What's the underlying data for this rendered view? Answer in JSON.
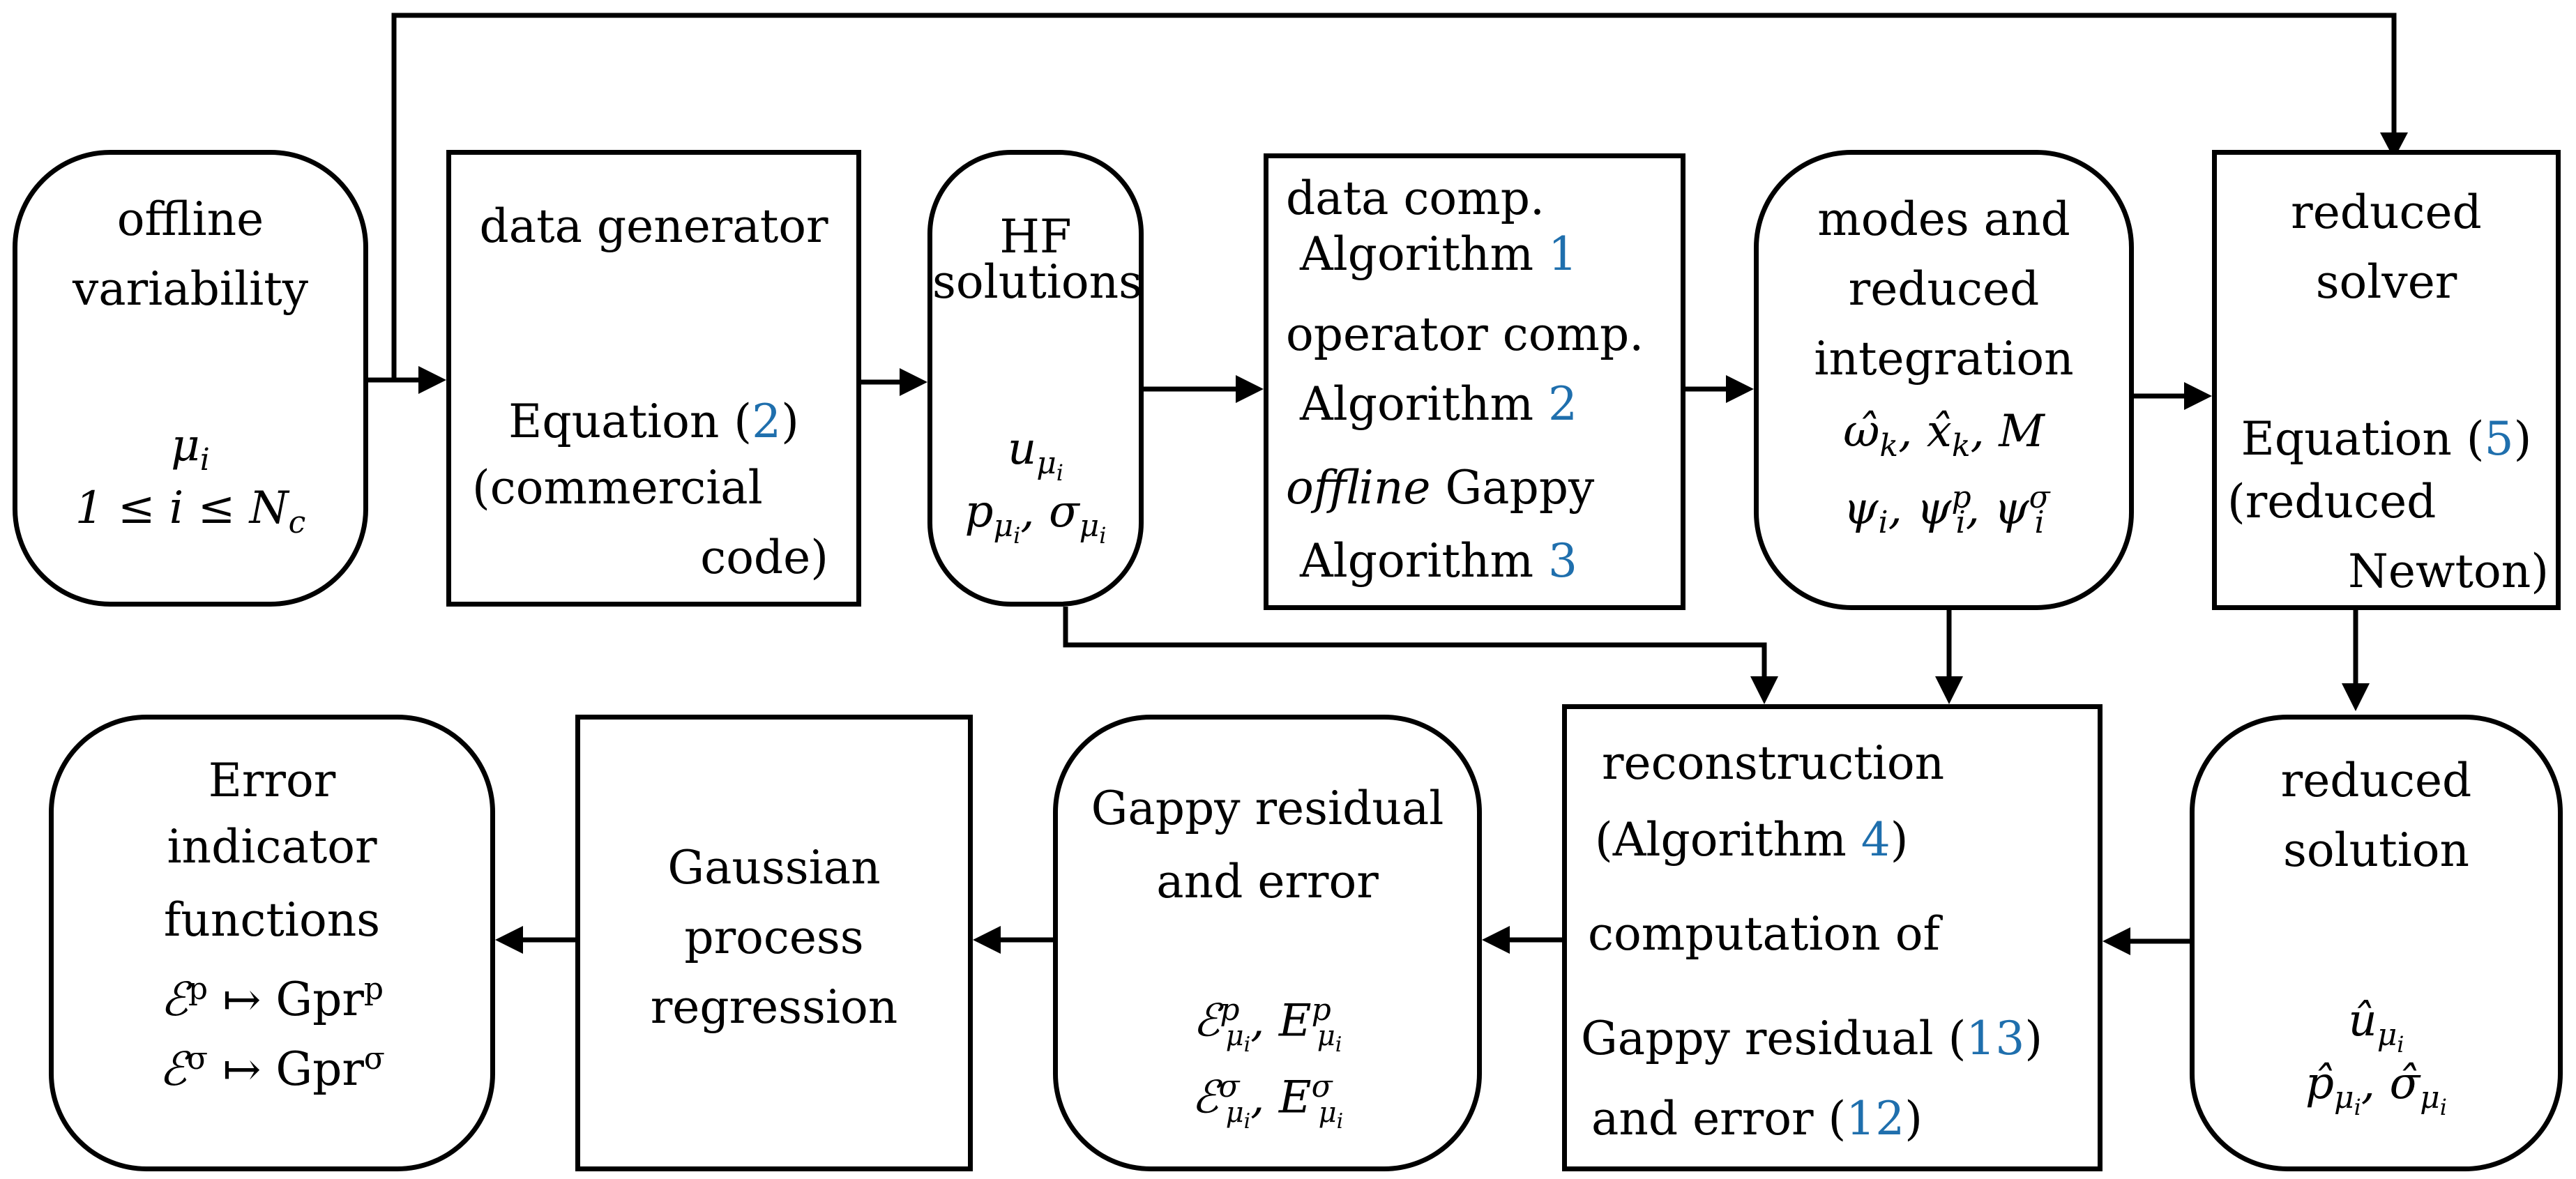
{
  "boxes": {
    "offline_variability": {
      "title": [
        "offline",
        "variability"
      ],
      "param": "μ",
      "param_sub": "i",
      "range": "1 ≤ i ≤ N",
      "range_sub": "c"
    },
    "data_generator": {
      "title": "data generator",
      "eq_prefix": "Equation (",
      "eq_ref": "2",
      "eq_suffix": ")",
      "note1": "(commercial",
      "note2": "code)"
    },
    "hf_solutions": {
      "title": [
        "HF",
        "solutions"
      ],
      "u": "u",
      "p": "p",
      "sigma": "σ",
      "sub": "μ",
      "sub_i": "i"
    },
    "data_comp": {
      "line1": "data comp.",
      "alg1_prefix": "Algorithm ",
      "alg1_ref": "1",
      "line3": "operator comp.",
      "alg2_prefix": "Algorithm ",
      "alg2_ref": "2",
      "line5_italic": "offline",
      "line5_rest": " Gappy",
      "alg3_prefix": "Algorithm ",
      "alg3_ref": "3"
    },
    "modes": {
      "title": [
        "modes and",
        "reduced",
        "integration"
      ],
      "vars1": "ω̂",
      "vars1_sub": "k",
      "vars2": "x̂",
      "vars2_sub": "k",
      "vars3": "M",
      "psi": "ψ",
      "psi_sub": "i",
      "psi_p_sup": "p",
      "psi_s_sup": "σ"
    },
    "reduced_solver": {
      "title": [
        "reduced",
        "solver"
      ],
      "eq_prefix": "Equation (",
      "eq_ref": "5",
      "eq_suffix": ")",
      "note1": "(reduced",
      "note2": "Newton)"
    },
    "reduced_solution": {
      "title": [
        "reduced",
        "solution"
      ],
      "u": "û",
      "p": "p̂",
      "sigma": "σ̂",
      "sub": "μ",
      "sub_i": "i"
    },
    "reconstruction": {
      "line1": "reconstruction",
      "line2_prefix": "(Algorithm ",
      "line2_ref": "4",
      "line2_suffix": ")",
      "line3": "computation of",
      "line4_prefix": "Gappy residual (",
      "line4_ref": "13",
      "line4_suffix": ")",
      "line5_prefix": "and error (",
      "line5_ref": "12",
      "line5_suffix": ")"
    },
    "gappy_residual": {
      "title": [
        "Gappy residual",
        "and error"
      ],
      "cal_e": "ℰ",
      "e": "E",
      "sup_p": "p",
      "sup_s": "σ",
      "sub": "μ",
      "sub_i": "i"
    },
    "gpr": {
      "title": [
        "Gaussian",
        "process",
        "regression"
      ]
    },
    "error_indicator": {
      "title": [
        "Error",
        "indicator",
        "functions"
      ],
      "map1_left": "ℰ",
      "map1_sup": "p",
      "map_arrow": "↦",
      "map_right": "Gpr",
      "map2_sup": "σ"
    }
  },
  "colors": {
    "ref": "#1f6fad",
    "stroke": "#000000"
  }
}
